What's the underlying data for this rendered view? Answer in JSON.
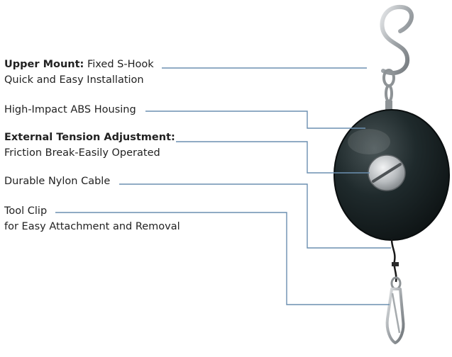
{
  "callouts": [
    {
      "title": "Upper Mount:",
      "text": "Fixed S-Hook",
      "line2": "Quick and Easy Installation"
    },
    {
      "title": "",
      "text": "High-Impact ABS Housing",
      "line2": ""
    },
    {
      "title": "External Tension Adjustment:",
      "text": "",
      "line2": "Friction Break-Easily Operated"
    },
    {
      "title": "",
      "text": "Durable Nylon Cable",
      "line2": ""
    },
    {
      "title": "",
      "text": "Tool Clip",
      "line2": "for Easy Attachment and Removal"
    }
  ],
  "colors": {
    "leader": "#6b8fb0",
    "housing": "#1c2426",
    "metal": "#b8bcbf"
  }
}
